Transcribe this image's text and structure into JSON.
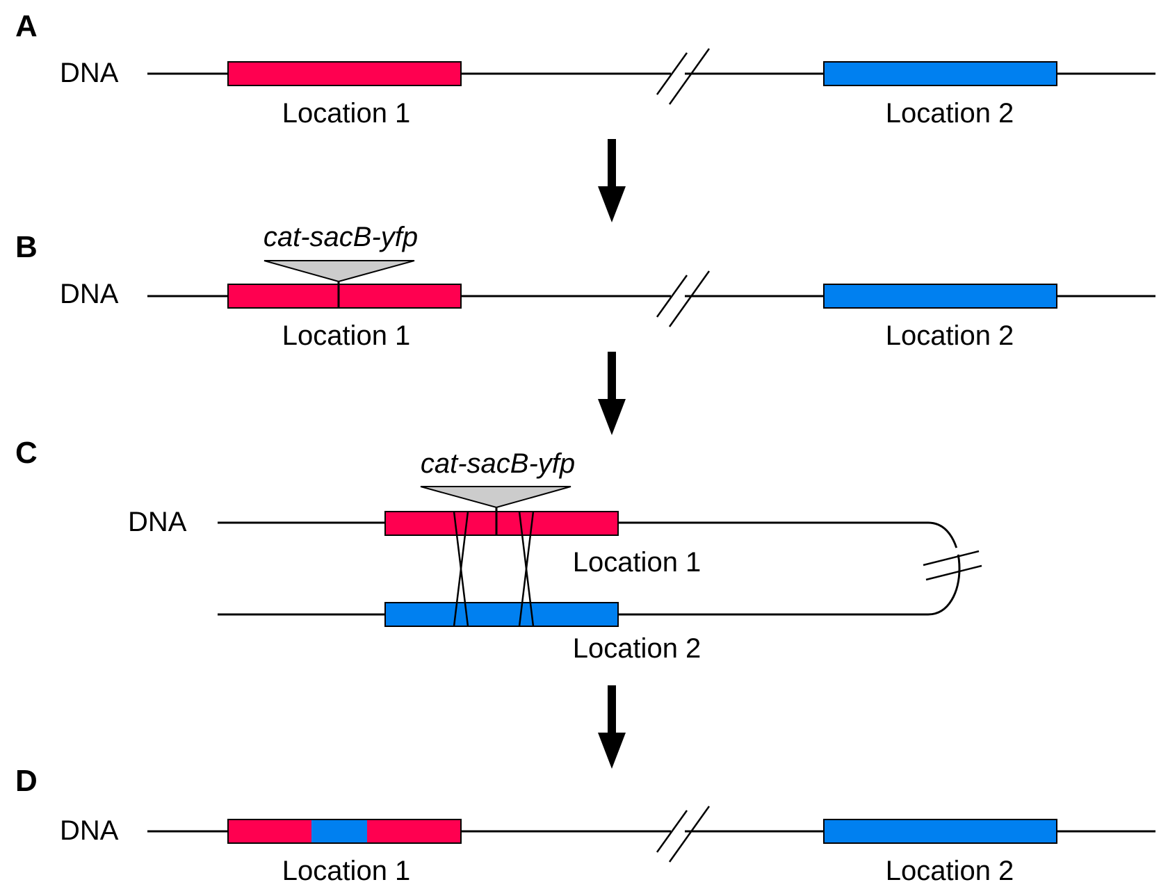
{
  "colors": {
    "location1": "#FF0050",
    "location2": "#0080F0",
    "insert": "#CCCCCC"
  },
  "panels": {
    "a": {
      "letter": "A",
      "dna": "DNA",
      "loc1": "Location 1",
      "loc2": "Location 2"
    },
    "b": {
      "letter": "B",
      "dna": "DNA",
      "loc1": "Location 1",
      "loc2": "Location 2",
      "insert": "cat-sacB-yfp"
    },
    "c": {
      "letter": "C",
      "dna": "DNA",
      "loc1": "Location 1",
      "loc2": "Location 2",
      "insert": "cat-sacB-yfp"
    },
    "d": {
      "letter": "D",
      "dna": "DNA",
      "loc1": "Location 1",
      "loc2": "Location 2"
    }
  }
}
